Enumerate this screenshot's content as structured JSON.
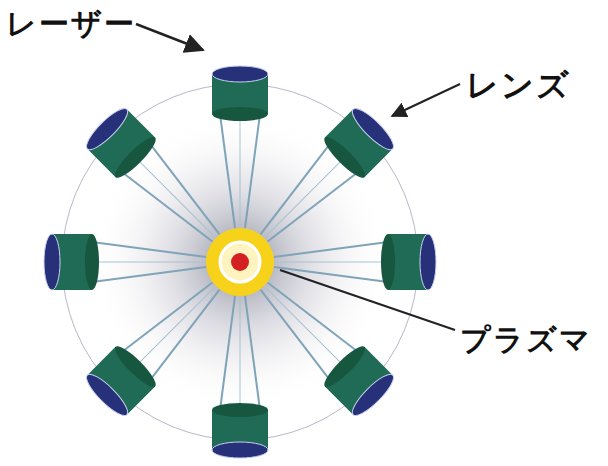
{
  "diagram": {
    "labels": [
      "レーザー",
      "レンズ",
      "プラズマ"
    ]
  }
}
